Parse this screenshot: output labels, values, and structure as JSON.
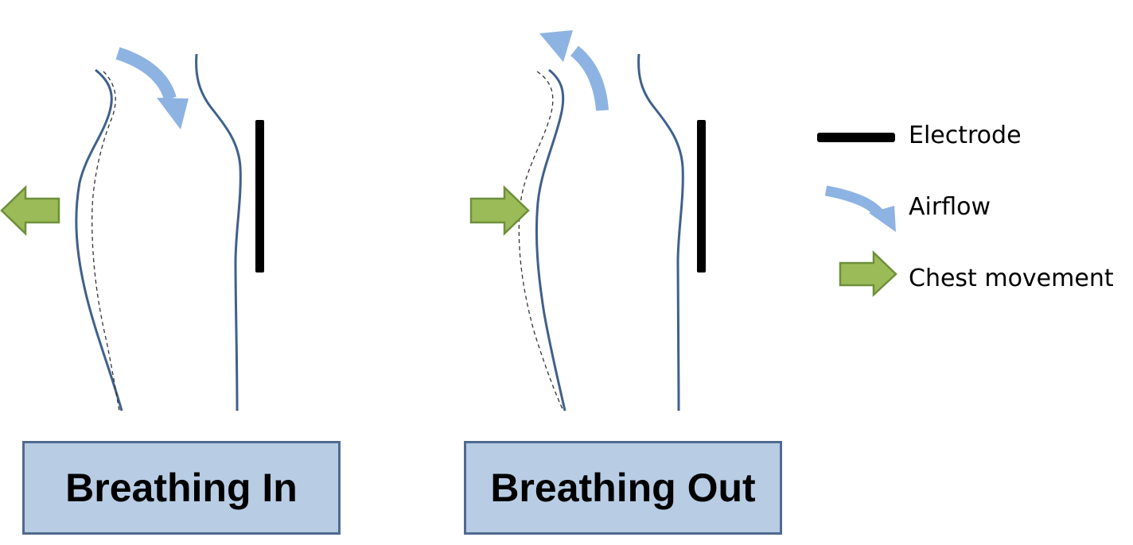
{
  "panels": [
    {
      "label": "Breathing In",
      "chest_movement": "outward"
    },
    {
      "label": "Breathing Out",
      "chest_movement": "inward"
    }
  ],
  "legend": {
    "electrode": {
      "label": "Electrode",
      "color": "#000000"
    },
    "airflow": {
      "label": "Airflow",
      "color": "#8db3e2"
    },
    "chest_movement": {
      "label": "Chest movement",
      "color": "#9bbb59"
    }
  },
  "colors": {
    "body_outline": "#3f618c",
    "label_fill": "#b8cce4",
    "label_border": "#4f6a8f",
    "chest_arrow_border": "#6e8f3a"
  }
}
